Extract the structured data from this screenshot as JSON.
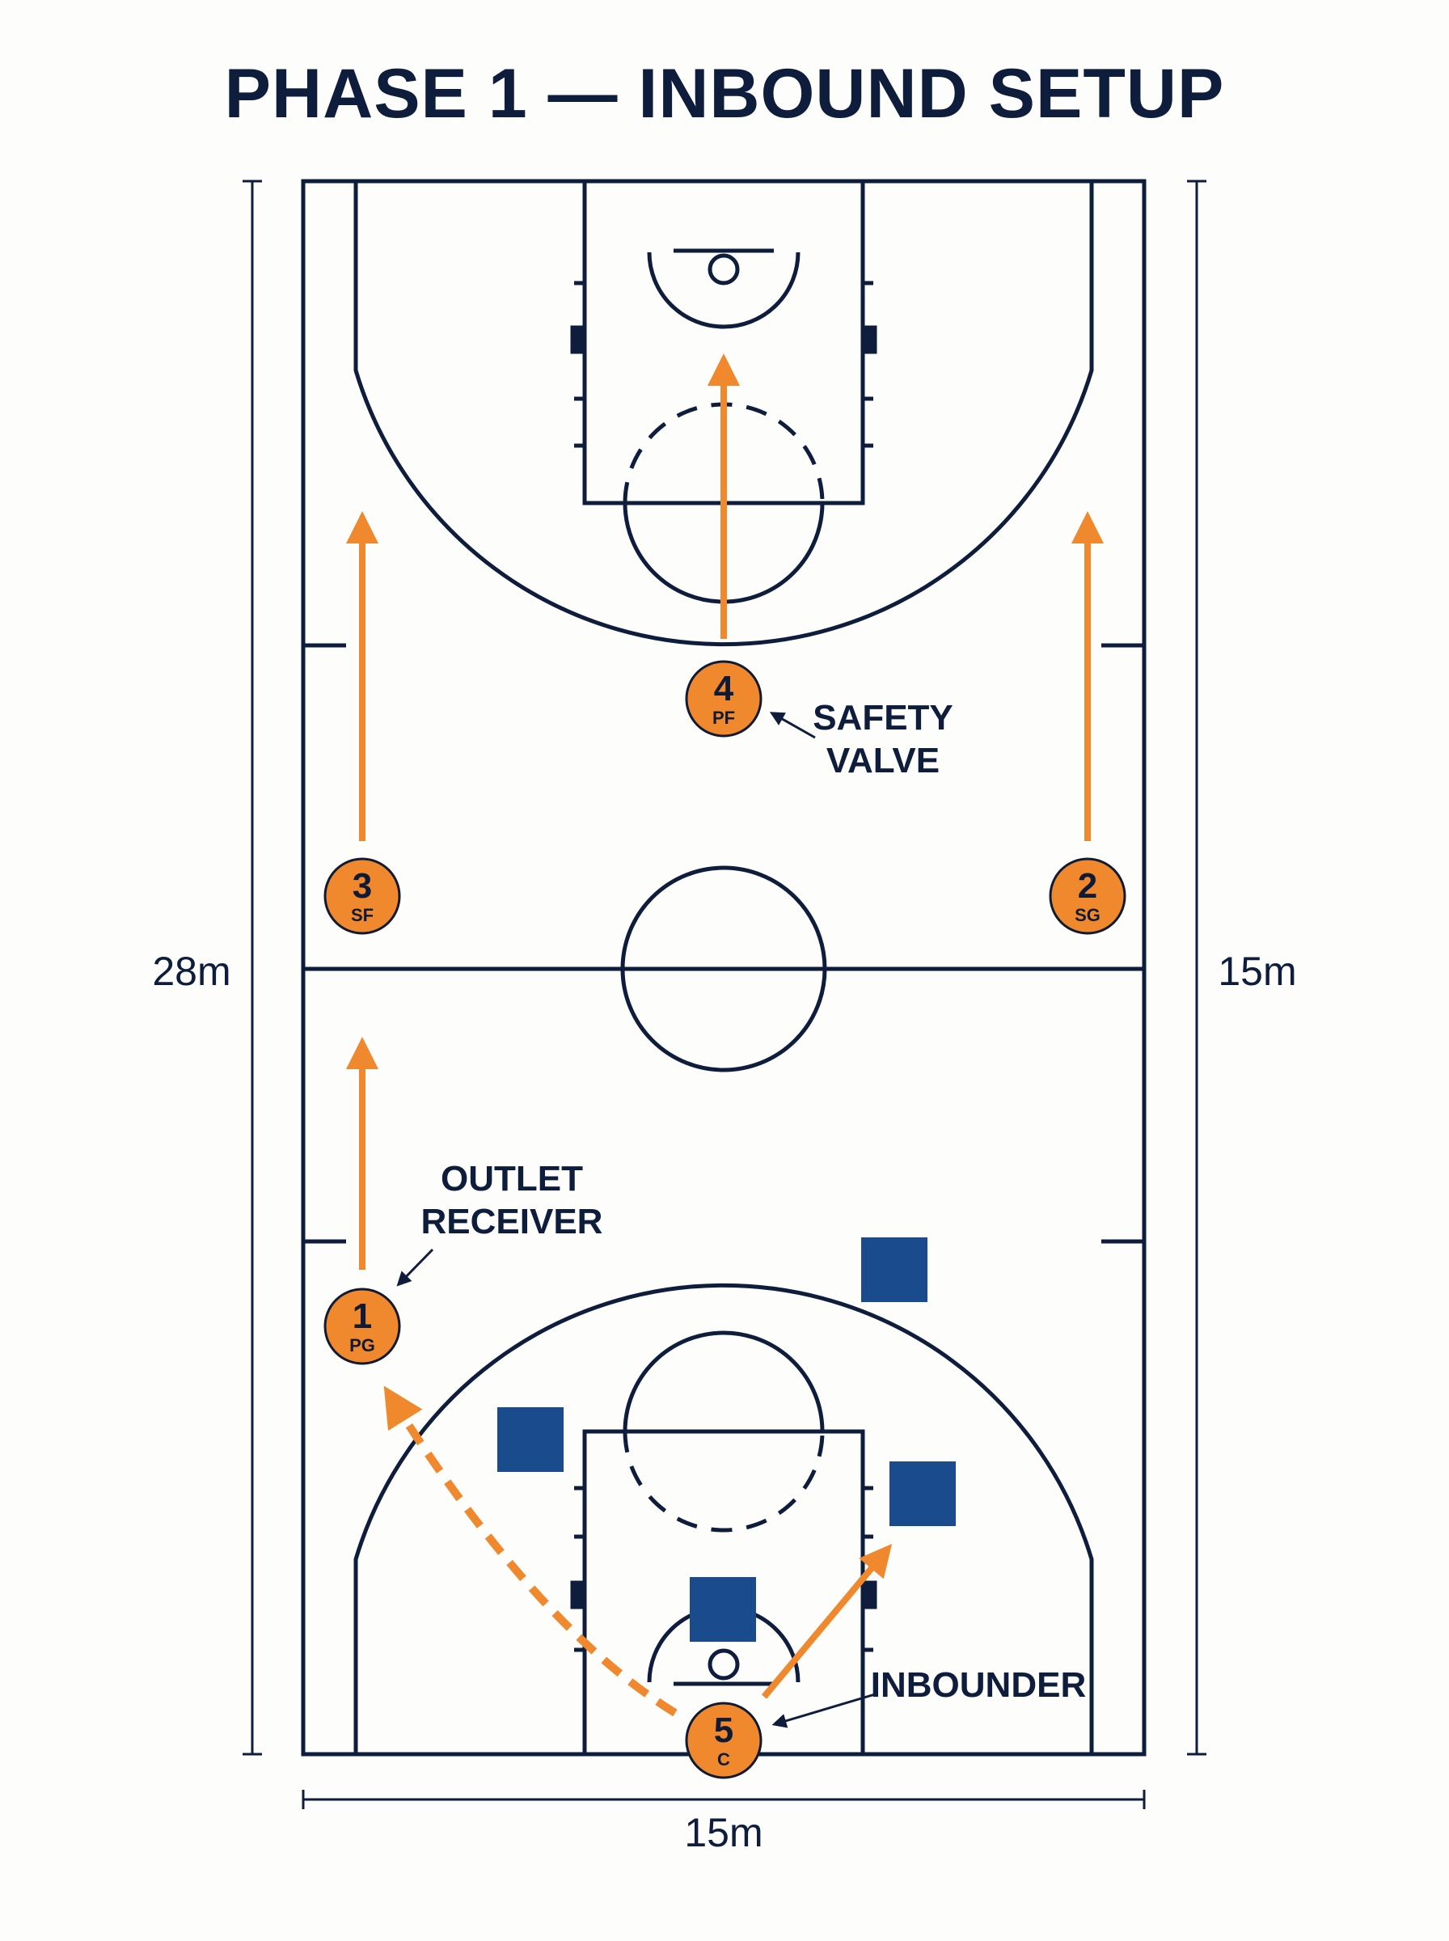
{
  "title": "PHASE 1 — INBOUND SETUP",
  "dimensions": {
    "left": "28m",
    "right": "15m",
    "bottom": "15m"
  },
  "callouts": {
    "safety_valve": [
      "SAFETY",
      "VALVE"
    ],
    "outlet_receiver": [
      "OUTLET",
      "RECEIVER"
    ],
    "inbounder": "INBOUNDER"
  },
  "players": [
    {
      "id": "pg",
      "number": "1",
      "position": "PG"
    },
    {
      "id": "sg",
      "number": "2",
      "position": "SG"
    },
    {
      "id": "sf",
      "number": "3",
      "position": "SF"
    },
    {
      "id": "pf",
      "number": "4",
      "position": "PF"
    },
    {
      "id": "c",
      "number": "5",
      "position": "C"
    }
  ],
  "colors": {
    "court_lines": "#0f1d3d",
    "player": "#f0892e",
    "arrow": "#f0892e",
    "defender": "#1a4b8c",
    "background": "#fdfdfb"
  }
}
